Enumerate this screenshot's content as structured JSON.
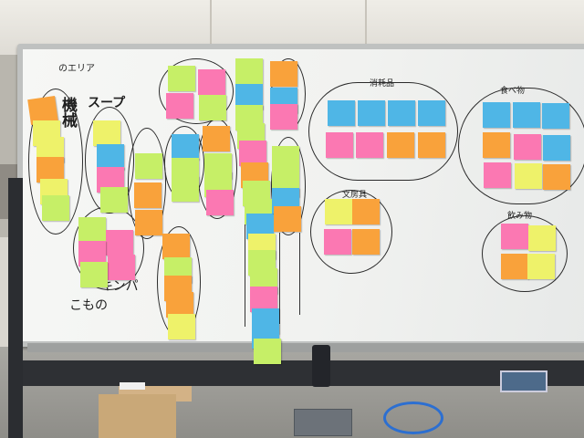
{
  "labels": {
    "corner": "のエリア",
    "machine": "機械",
    "soup": "スープ",
    "kinpa": "キンパ",
    "komono": "こもの",
    "consumables": "消耗品",
    "stationery": "文房具",
    "food": "食べ物",
    "drinks": "飲み物"
  },
  "colors": {
    "orange": "#f9a23b",
    "yellow": "#eef26a",
    "green": "#c6ef67",
    "pink": "#fb78b2",
    "blue": "#4fb6e6",
    "board": "#f2f3f1"
  }
}
